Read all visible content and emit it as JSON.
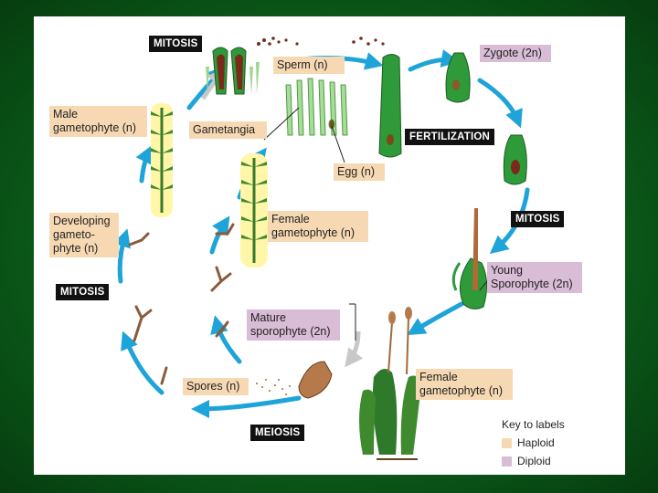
{
  "labels": {
    "mitosis_top": "MITOSIS",
    "sperm": "Sperm (n)",
    "zygote": "Zygote (2n)",
    "male_gametophyte": "Male\ngametophyte (n)",
    "gametangia": "Gametangia",
    "fertilization": "FERTILIZATION",
    "egg": "Egg (n)",
    "mitosis_right": "MITOSIS",
    "developing_gametophyte": "Developing\ngameto-\nphyte (n)",
    "female_gametophyte_left": "Female\ngametophyte (n)",
    "mitosis_left": "MITOSIS",
    "young_sporophyte": "Young\nSporophyte (2n)",
    "mature_sporophyte": "Mature\nsporophyte (2n)",
    "spores": "Spores (n)",
    "female_gametophyte_right": "Female\ngametophyte (n)",
    "meiosis": "MEIOSIS"
  },
  "key": {
    "title": "Key to labels",
    "haploid": "Haploid",
    "diploid": "Diploid"
  },
  "colors": {
    "haploid": "#f6d9b3",
    "diploid": "#d9bcd6",
    "arrow": "#1ea4d8",
    "plant": "#2f9a3a"
  }
}
